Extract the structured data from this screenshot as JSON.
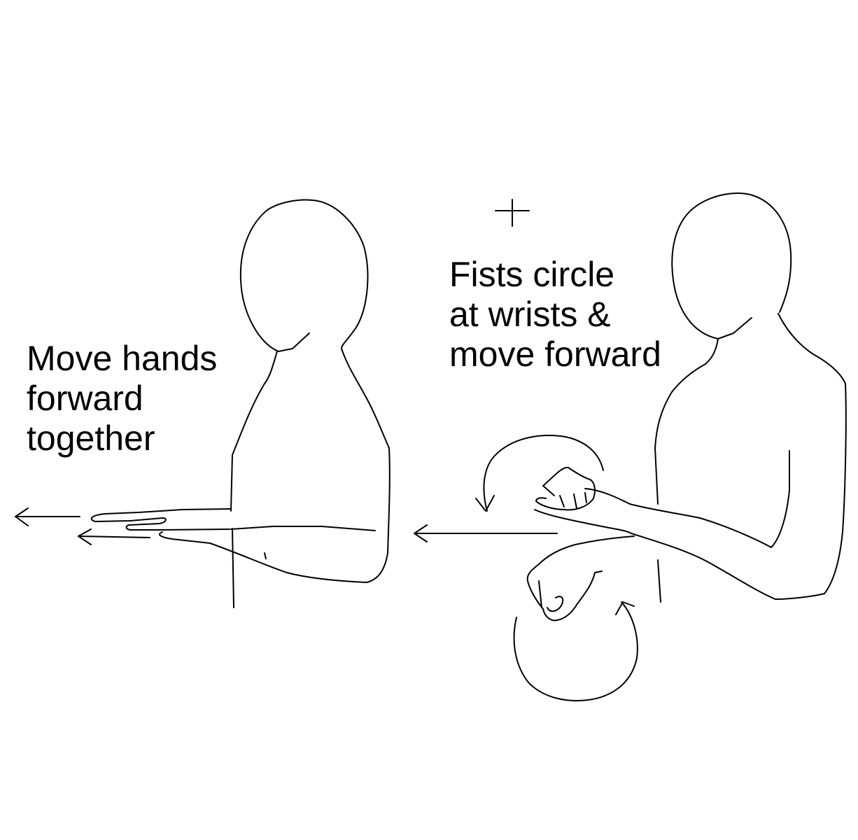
{
  "background_color": "#ffffff",
  "stroke_color": "#000000",
  "captions": {
    "left": [
      "Move hands",
      "forward",
      "together"
    ],
    "right": [
      "Fists circle",
      "at wrists &",
      "move forward"
    ]
  }
}
